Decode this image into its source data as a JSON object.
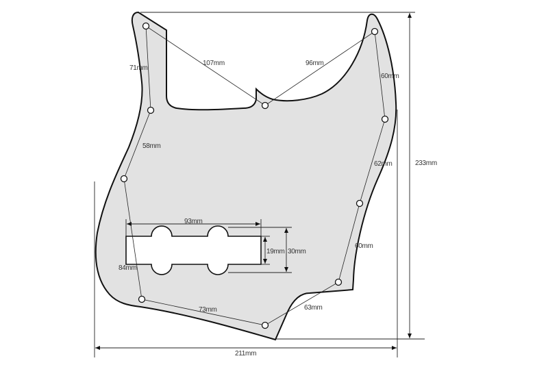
{
  "title": "Jazz Bass pickguard dimensions",
  "colors": {
    "pickguard_fill": "#e2e2e2",
    "outline": "#111111",
    "background": "#ffffff"
  },
  "labels": {
    "d107": "107mm",
    "d96": "96mm",
    "d71": "71mm",
    "d60_top": "60mm",
    "d58": "58mm",
    "d62": "62mm",
    "d93": "93mm",
    "d19": "19mm",
    "d30": "30mm",
    "d84": "84mm",
    "d60_bottom": "60mm",
    "d73": "73mm",
    "d63": "63mm",
    "height": "233mm",
    "width": "211mm"
  }
}
